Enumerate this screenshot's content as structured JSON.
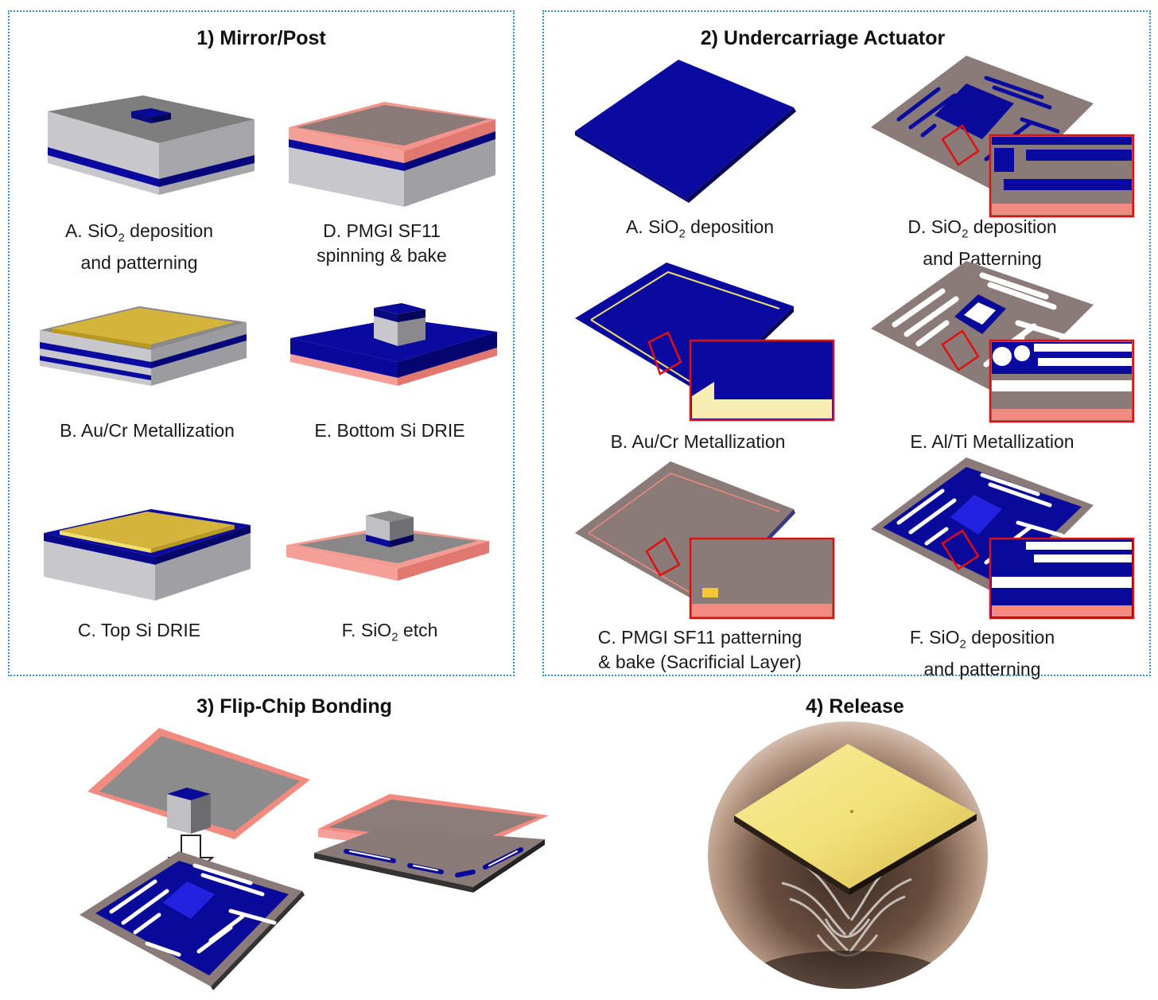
{
  "sections": {
    "mirror_post": {
      "title": "1) Mirror/Post",
      "steps": [
        {
          "line1_pre": "A. SiO",
          "line1_sub": "2",
          "line1_post": " deposition",
          "line2": "and patterning"
        },
        {
          "line1": "B. Au/Cr Metallization"
        },
        {
          "line1": "C. Top Si DRIE"
        },
        {
          "line1": "D. PMGI SF11",
          "line2": "spinning & bake"
        },
        {
          "line1": "E. Bottom Si DRIE"
        },
        {
          "line1_pre": "F. SiO",
          "line1_sub": "2",
          "line1_post": " etch"
        }
      ]
    },
    "undercarriage": {
      "title": "2) Undercarriage Actuator",
      "steps": [
        {
          "line1_pre": "A. SiO",
          "line1_sub": "2",
          "line1_post": " deposition"
        },
        {
          "line1": "B. Au/Cr Metallization"
        },
        {
          "line1": "C. PMGI SF11 patterning",
          "line2": "& bake (Sacrificial Layer)"
        },
        {
          "line1_pre": "D. SiO",
          "line1_sub": "2",
          "line1_post": " deposition",
          "line2": "and Patterning"
        },
        {
          "line1": "E. Al/Ti Metallization"
        },
        {
          "line1_pre": "F. SiO",
          "line1_sub": "2",
          "line1_post": " deposition",
          "line2": "and patterning"
        }
      ]
    },
    "flip_chip": {
      "title": "3) Flip-Chip Bonding"
    },
    "release": {
      "title": "4) Release"
    }
  },
  "colors": {
    "silicon": "#8a8a8a",
    "oxide": "#0a0a9a",
    "gold": "#d4b43a",
    "pmgi": "#f28a80",
    "aluminum": "#ffffff",
    "highlight_box": "#e01010",
    "frame": "#3a8fc8"
  }
}
